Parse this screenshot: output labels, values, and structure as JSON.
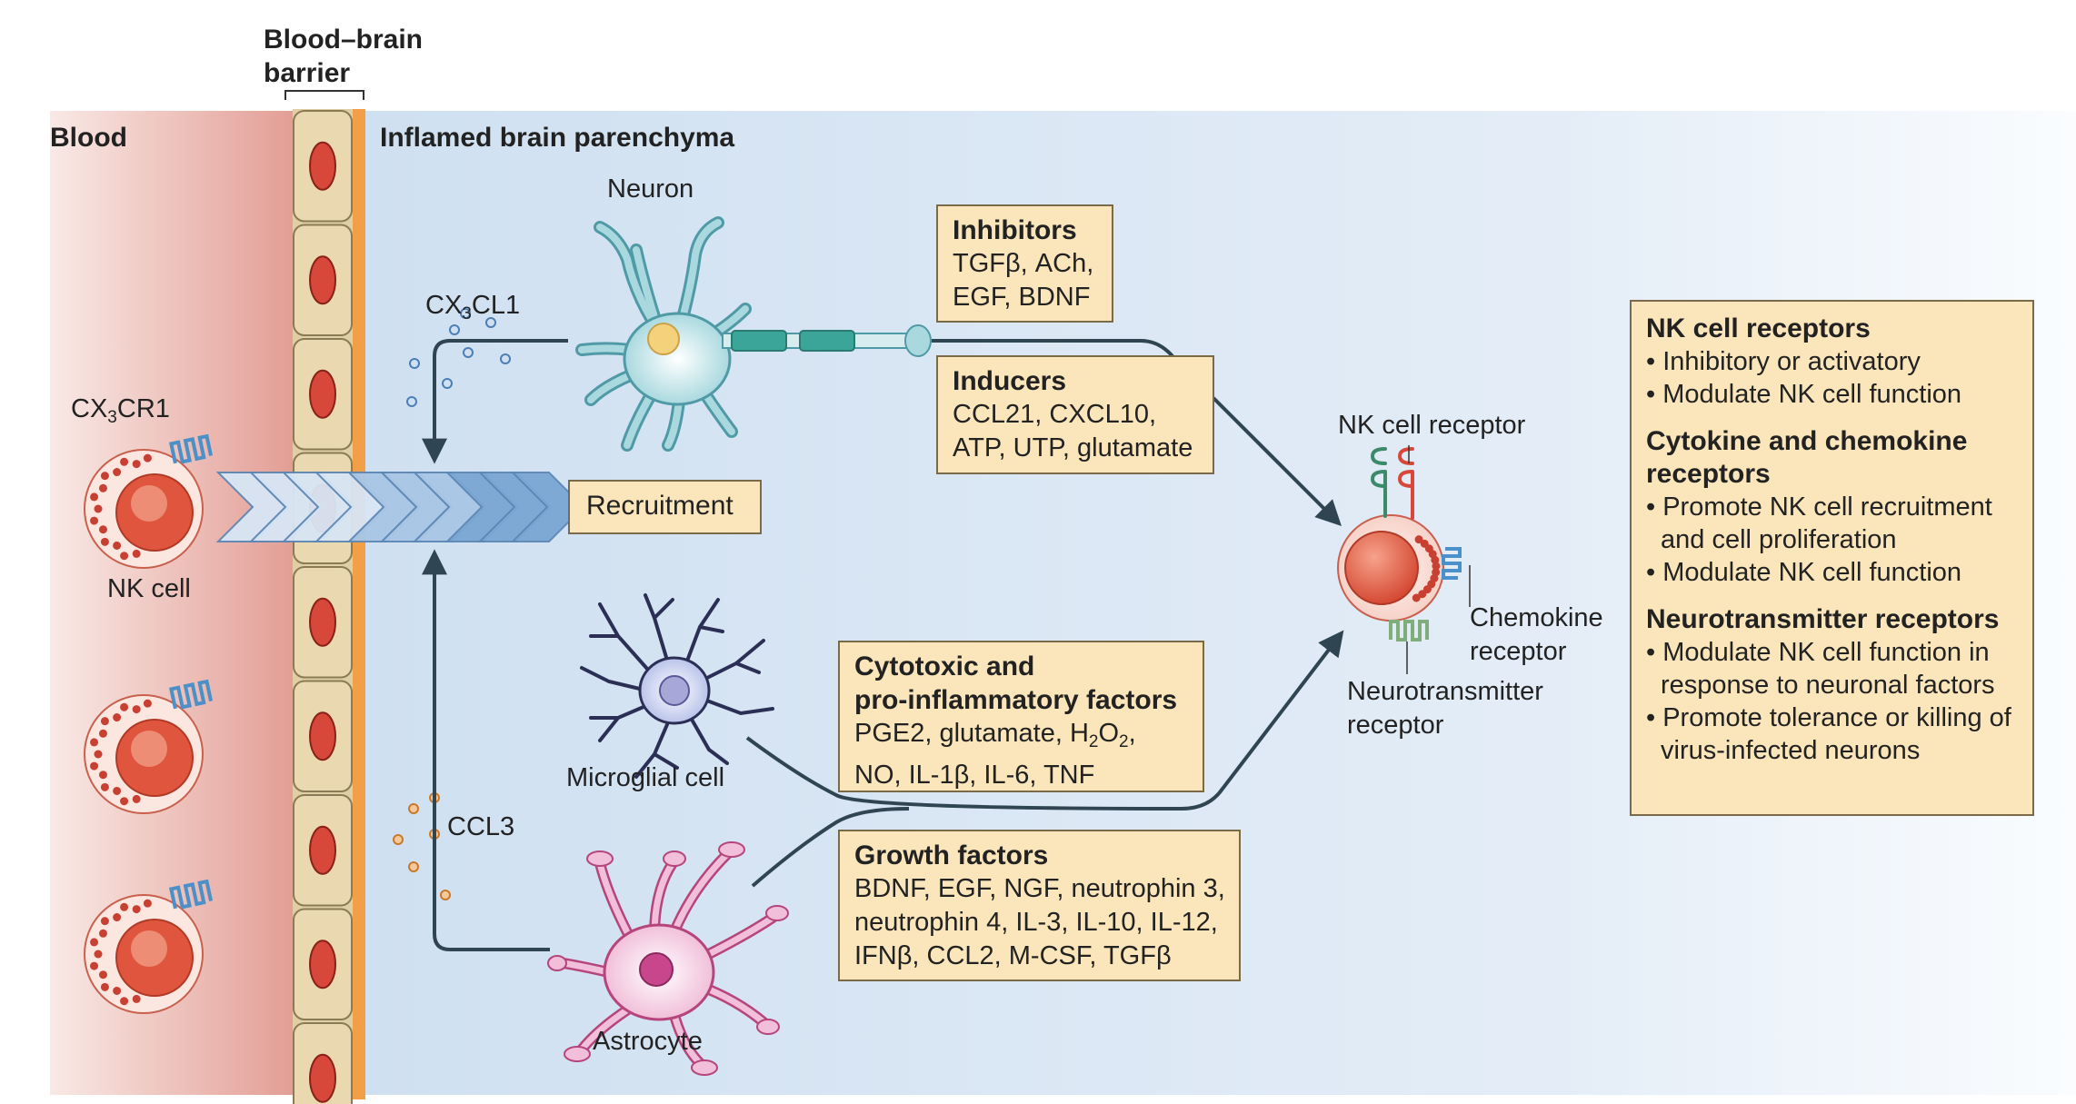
{
  "regions": {
    "blood_barrier_title": [
      "Blood–brain",
      "barrier"
    ],
    "blood": "Blood",
    "parenchyma": "Inflamed brain parenchyma"
  },
  "cells": {
    "neuron": "Neuron",
    "microglia": "Microglial cell",
    "astrocyte": "Astrocyte",
    "nk_cell": "NK cell"
  },
  "chemokines": {
    "cx3cl1": {
      "base": "CX",
      "sub": "3",
      "rest": "CL1"
    },
    "cx3cr1": {
      "base": "CX",
      "sub": "3",
      "rest": "CR1"
    },
    "ccl3": "CCL3"
  },
  "recruitment": "Recruitment",
  "receptor_labels": {
    "nk_cell_receptor": "NK cell receptor",
    "chemokine_receptor": [
      "Chemokine",
      "receptor"
    ],
    "neurotransmitter_receptor": [
      "Neurotransmitter",
      "receptor"
    ]
  },
  "boxes": {
    "inhibitors": {
      "title": "Inhibitors",
      "lines": [
        "TGFβ, ACh,",
        "EGF, BDNF"
      ]
    },
    "inducers": {
      "title": "Inducers",
      "lines": [
        "CCL21, CXCL10,",
        "ATP, UTP, glutamate"
      ]
    },
    "cytotoxic": {
      "title_lines": [
        "Cytotoxic and",
        "pro-inflammatory factors"
      ],
      "line1": {
        "a": "PGE2, glutamate, H",
        "s1": "2",
        "b": "O",
        "s2": "2",
        "c": ","
      },
      "line2": "NO, IL-1β, IL-6, TNF"
    },
    "growth": {
      "title": "Growth factors",
      "lines": [
        "BDNF, EGF, NGF, neutrophin 3,",
        "neutrophin 4, IL-3, IL-10, IL-12,",
        "IFNβ, CCL2, M-CSF, TGFβ"
      ]
    },
    "legend": {
      "sections": [
        {
          "title": [
            "NK cell receptors"
          ],
          "bullets": [
            "• Inhibitory or activatory",
            "• Modulate NK cell function"
          ]
        },
        {
          "title": [
            "Cytokine and chemokine",
            "receptors"
          ],
          "bullets": [
            "• Promote NK cell recruitment and cell proliferation",
            "• Modulate NK cell function"
          ]
        },
        {
          "title": [
            "Neurotransmitter receptors"
          ],
          "bullets": [
            "• Modulate NK cell function in response to neuronal factors",
            "• Promote tolerance or killing of virus-infected neurons"
          ]
        }
      ]
    }
  },
  "colors": {
    "blood": "#e8a49c",
    "parenchyma": "#d4e3f2",
    "box_fill": "#fbe6bb",
    "arrow": "#2f4552",
    "endothelium": "#ead9b0",
    "basement_membrane": "#f2a047",
    "nk_nucleus": "#e0553d",
    "neuron_nucleus": "#f4d27c",
    "microglia_nucleus": "#a8a8d8",
    "astrocyte_nucleus": "#c8478c",
    "chemokine_receptor": "#4b90c8",
    "neurotransmitter_receptor": "#7fae7a"
  }
}
